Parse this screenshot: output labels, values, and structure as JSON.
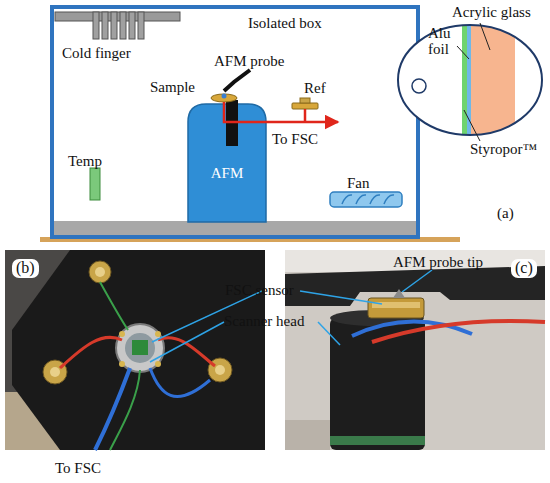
{
  "diagram": {
    "nodes": [
      {
        "text": [
          "Isolated box"
        ]
      },
      {
        "text": [
          "Cold finger"
        ],
        "in": 0
      },
      {
        "text": [
          "AFM"
        ],
        "in": 0
      },
      {
        "text": [
          "Temp"
        ],
        "in": 0
      },
      {
        "text": [
          "Fan"
        ],
        "in": 0
      },
      {
        "text": [
          "Acrylic glass",
          "Alu foil",
          "Styropor™"
        ]
      }
    ],
    "labels": [
      "AFM probe",
      "Sample",
      "Ref",
      "To FSC",
      "(a)",
      "(b)",
      "FSC sensor",
      "Scanner head",
      "To FSC",
      "(c)",
      "AFM probe tip"
    ]
  }
}
